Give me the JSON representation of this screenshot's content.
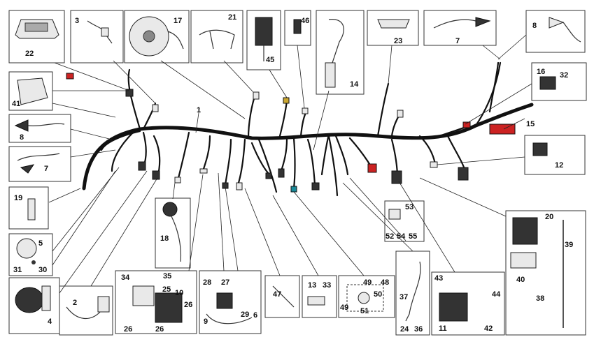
{
  "diagram": {
    "callouts": [
      "1",
      "2",
      "3",
      "4",
      "5",
      "6",
      "7",
      "7",
      "8",
      "8",
      "9",
      "10",
      "11",
      "12",
      "13",
      "14",
      "15",
      "16",
      "17",
      "18",
      "19",
      "20",
      "21",
      "22",
      "23",
      "24",
      "25",
      "26",
      "26",
      "26",
      "27",
      "28",
      "29",
      "30",
      "31",
      "32",
      "33",
      "34",
      "35",
      "36",
      "37",
      "38",
      "39",
      "40",
      "41",
      "42",
      "43",
      "44",
      "45",
      "46",
      "47",
      "48",
      "49",
      "49",
      "50",
      "51",
      "52",
      "53",
      "54",
      "55"
    ],
    "colors": {
      "harness": "#111111",
      "connector_red": "#cc2222",
      "connector_teal": "#1a8a99",
      "box_stroke": "#333333"
    }
  }
}
